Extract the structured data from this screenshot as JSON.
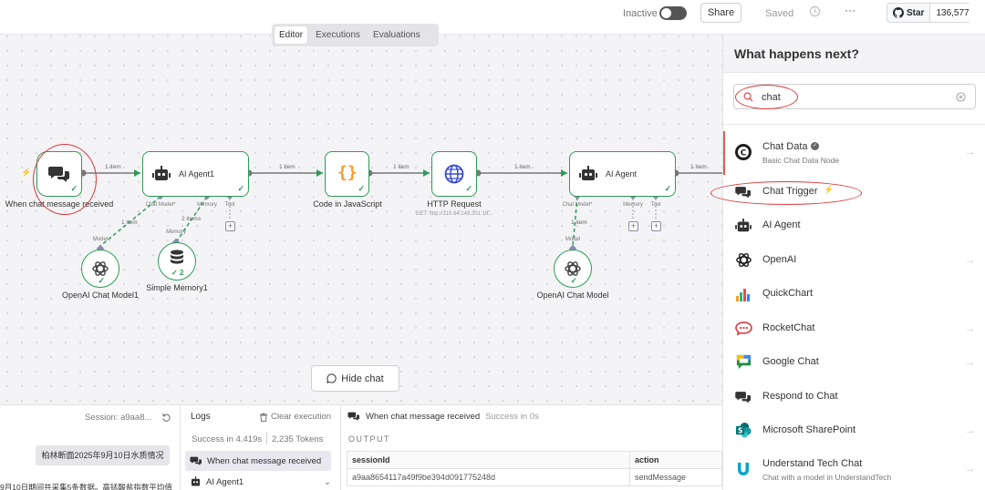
{
  "topbar": {
    "status": "Inactive",
    "share": "Share",
    "saved": "Saved",
    "more": "···",
    "github_star": "Star",
    "github_count": "136,577"
  },
  "tabs": [
    "Editor",
    "Executions",
    "Evaluations"
  ],
  "canvas": {
    "nodes": {
      "chat_trigger": "When chat message received",
      "agent1": "AI Agent1",
      "code": "Code in JavaScript",
      "http": "HTTP Request",
      "http_sub": "GET: http://119.84.149.201:18...",
      "agent2": "AI Agent",
      "model1": "OpenAI Chat Model1",
      "memory": "Simple Memory1",
      "model2": "OpenAI Chat Model"
    },
    "edge_labels": [
      "1 item",
      "1 item",
      "1 item",
      "1 item",
      "1 item",
      "1 item",
      "2 items",
      "1 item"
    ],
    "ports": {
      "chat_model": "Chat Model*",
      "memory": "Memory",
      "tool": "Tool",
      "model": "Model",
      "memory_in": "Memory"
    },
    "memory_badge": "✓ 2",
    "hide_chat": "Hide chat"
  },
  "chat": {
    "session": "Session: a9aa8...",
    "user_message": "柏林断面2025年9月10日水质情况",
    "reply": "9月10日期间共采集5条数据。高锰酸盐指数平均值"
  },
  "logs": {
    "title": "Logs",
    "clear": "Clear execution",
    "summary_time": "Success in 4.419s",
    "summary_tokens": "2,235 Tokens",
    "items": [
      "When chat message received",
      "AI Agent1"
    ]
  },
  "output": {
    "node": "When chat message received",
    "status": "Success in 0s",
    "label": "OUTPUT",
    "columns": [
      "sessionId",
      "action"
    ],
    "rows": [
      [
        "a9aa8654117a49f9be394d091775248d",
        "sendMessage"
      ]
    ]
  },
  "panel": {
    "title": "What happens next?",
    "search_value": "chat",
    "results": [
      {
        "title": "Chat Data",
        "subtitle": "Basic Chat Data Node",
        "icon": "chat-data-icon"
      },
      {
        "title": "Chat Trigger",
        "subtitle": "",
        "icon": "chat-bubbles-icon"
      },
      {
        "title": "AI Agent",
        "subtitle": "",
        "icon": "robot-icon"
      },
      {
        "title": "OpenAI",
        "subtitle": "",
        "icon": "openai-icon"
      },
      {
        "title": "QuickChart",
        "subtitle": "",
        "icon": "quickchart-icon"
      },
      {
        "title": "RocketChat",
        "subtitle": "",
        "icon": "rocketchat-icon"
      },
      {
        "title": "Google Chat",
        "subtitle": "",
        "icon": "google-chat-icon"
      },
      {
        "title": "Respond to Chat",
        "subtitle": "",
        "icon": "chat-bubbles-icon"
      },
      {
        "title": "Microsoft SharePoint",
        "subtitle": "",
        "icon": "sharepoint-icon"
      },
      {
        "title": "Understand Tech Chat",
        "subtitle": "Chat with a model in UnderstandTech",
        "icon": "understandtech-icon"
      }
    ]
  },
  "colors": {
    "accent_green": "#2d9b58",
    "annotation_red": "#d93a3a",
    "node_purple": "#8a8ab0"
  }
}
